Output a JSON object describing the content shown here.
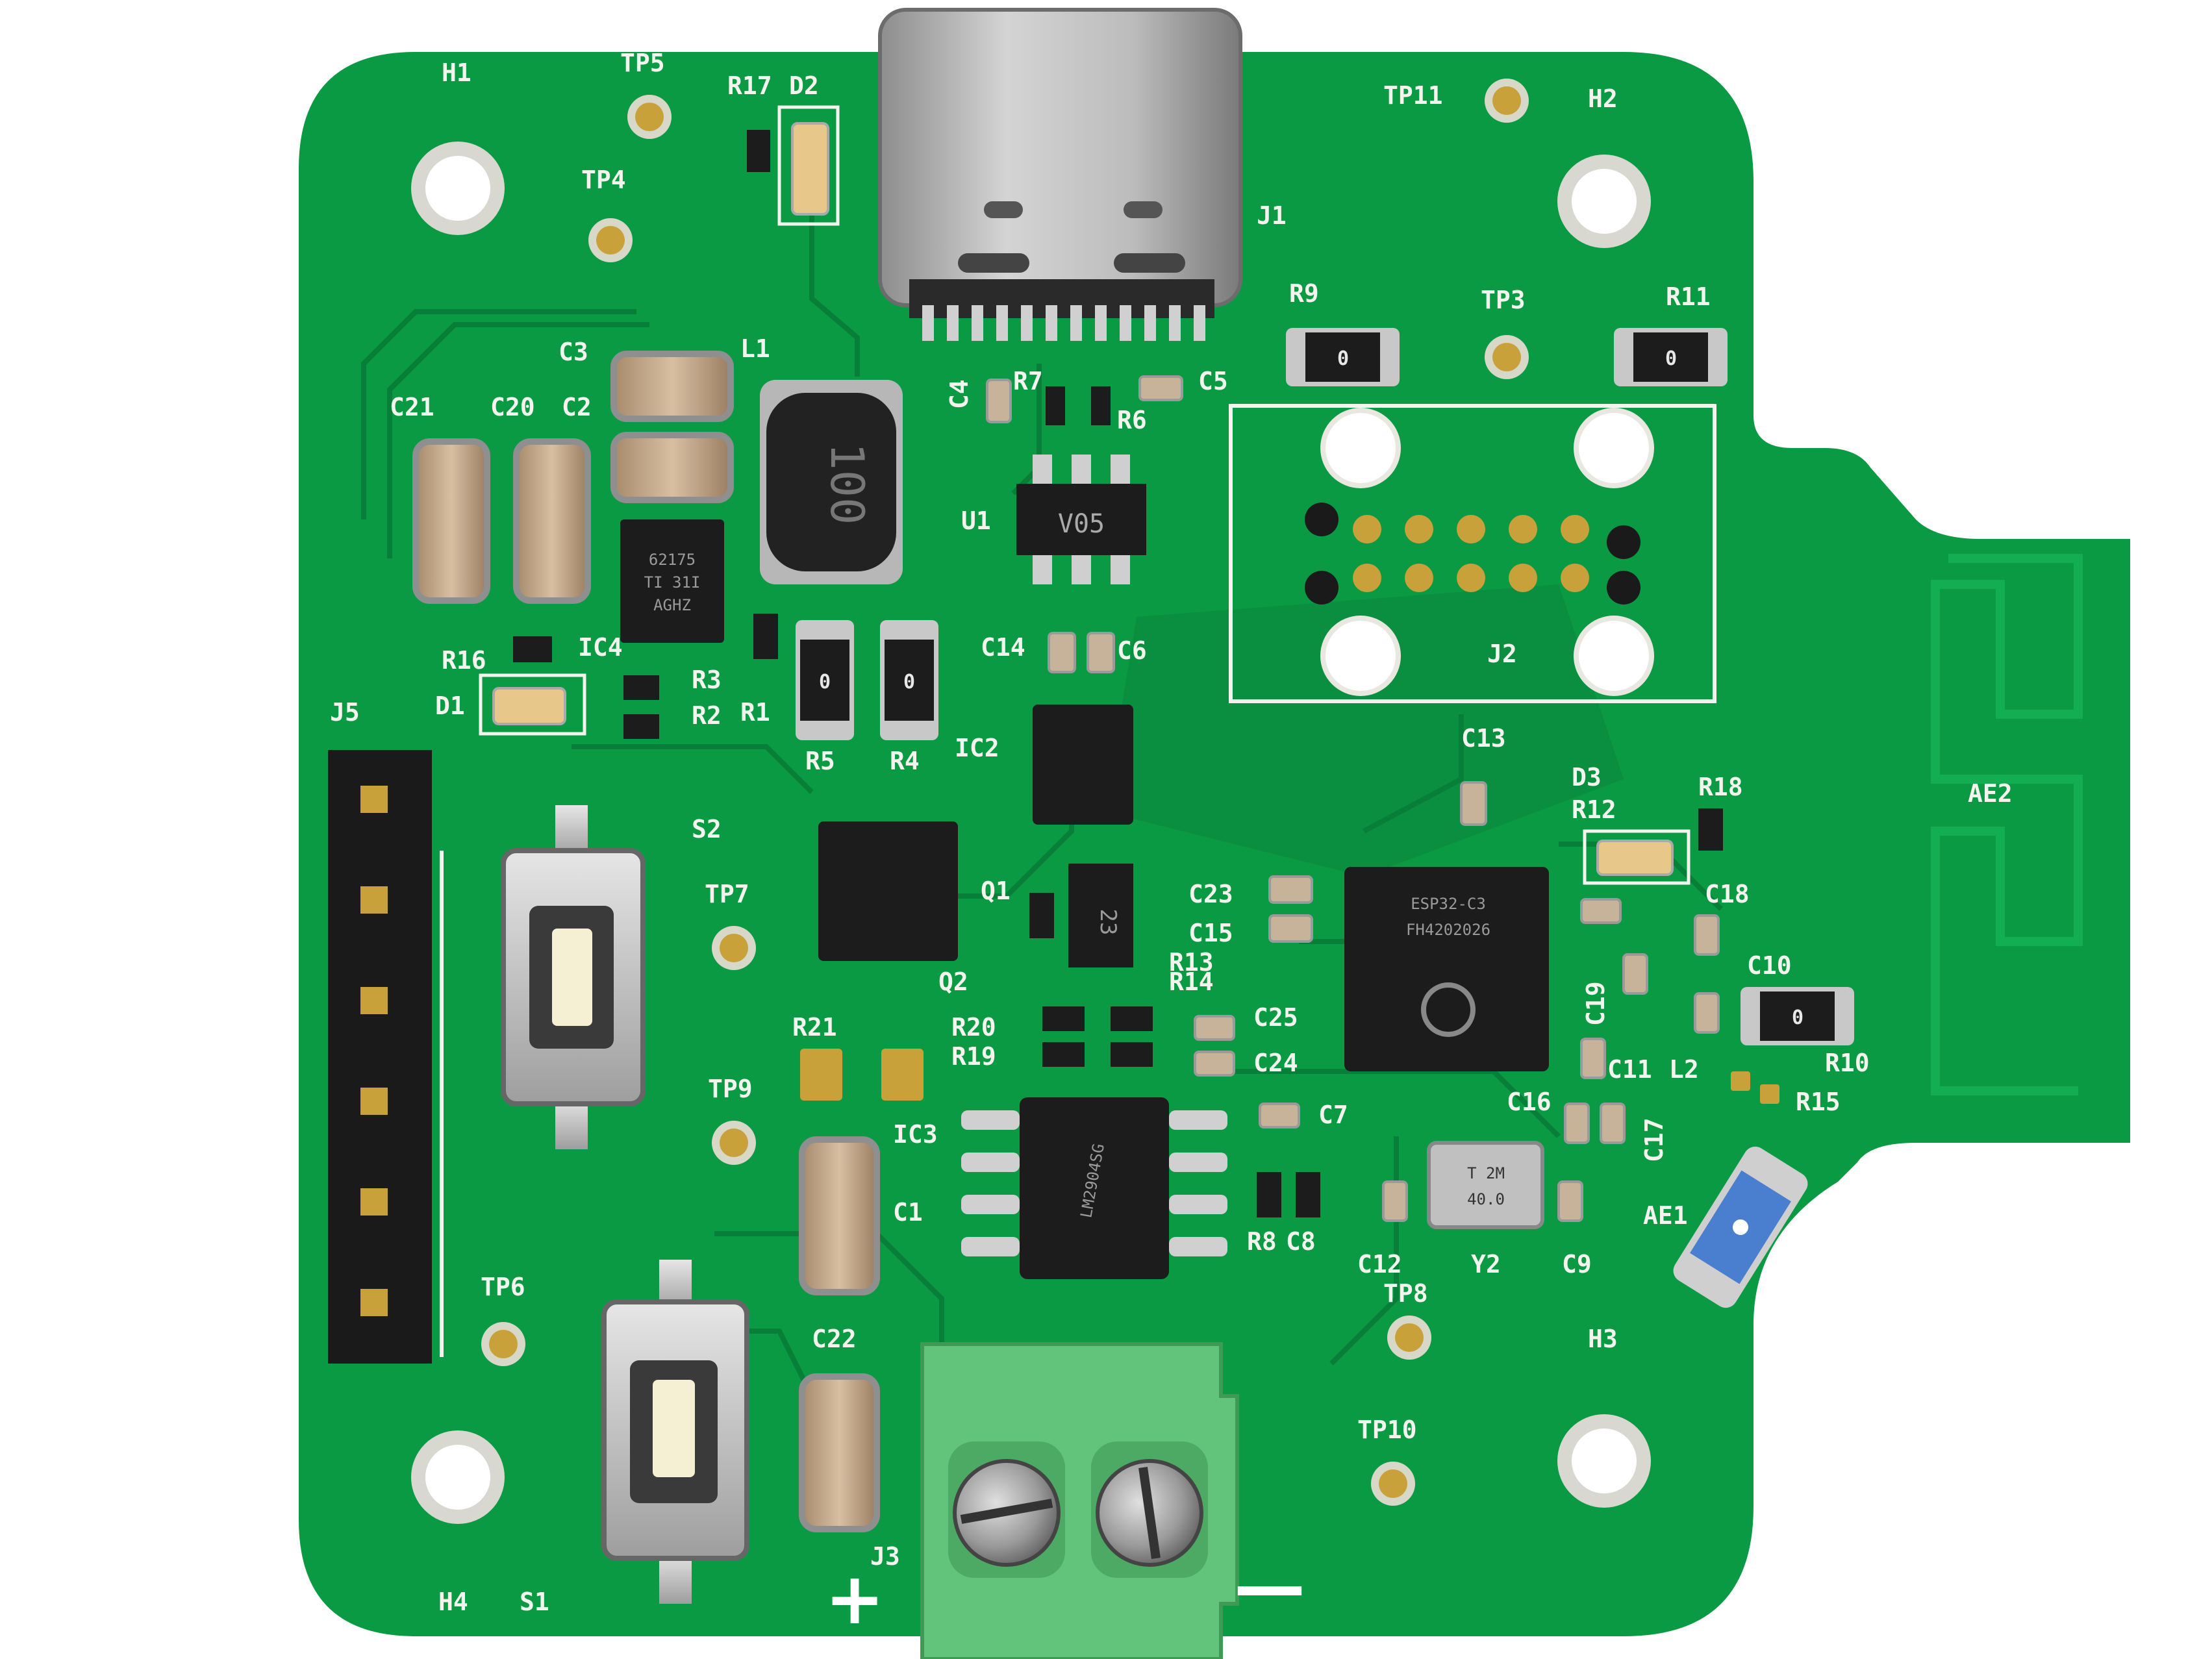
{
  "colors": {
    "pcb": "#0b9a44",
    "pcb_dark": "#07803a",
    "silkscreen": "#f4f4ee",
    "gold": "#c9a13a",
    "chip": "#1c1c1c",
    "terminal": "#62c47a",
    "usb": "#b8b8b8",
    "antenna_blue": "#4a7fd0"
  },
  "labels": {
    "h1": "H1",
    "h2": "H2",
    "h3": "H3",
    "h4": "H4",
    "tp3": "TP3",
    "tp4": "TP4",
    "tp5": "TP5",
    "tp6": "TP6",
    "tp7": "TP7",
    "tp8": "TP8",
    "tp9": "TP9",
    "tp10": "TP10",
    "tp11": "TP11",
    "r17": "R17",
    "d2": "D2",
    "j1": "J1",
    "r9": "R9",
    "r11": "R11",
    "c3": "C3",
    "l1": "L1",
    "c21": "C21",
    "c20": "C20",
    "c2": "C2",
    "c4": "C4",
    "r7": "R7",
    "c5": "C5",
    "r6": "R6",
    "u1": "U1",
    "j2": "J2",
    "r16": "R16",
    "ic4": "IC4",
    "r3": "R3",
    "r2": "R2",
    "r1": "R1",
    "d1": "D1",
    "c14": "C14",
    "c6": "C6",
    "r5": "R5",
    "r4": "R4",
    "ic2": "IC2",
    "j5": "J5",
    "c13": "C13",
    "d3": "D3",
    "r18": "R18",
    "r12": "R12",
    "ae2": "AE2",
    "s2": "S2",
    "q1": "Q1",
    "c23": "C23",
    "c18": "C18",
    "c15": "C15",
    "r13": "R13",
    "r14": "R14",
    "c10": "C10",
    "q2": "Q2",
    "c19": "C19",
    "r20": "R20",
    "c25": "C25",
    "r19": "R19",
    "r21": "R21",
    "c24": "C24",
    "c11": "C11",
    "l2": "L2",
    "r10": "R10",
    "r15": "R15",
    "c16": "C16",
    "ic3": "IC3",
    "c7": "C7",
    "c17": "C17",
    "c1": "C1",
    "ae1": "AE1",
    "r8": "R8",
    "c8": "C8",
    "c12": "C12",
    "y2": "Y2",
    "c9": "C9",
    "c22": "C22",
    "j3": "J3",
    "s1": "S1",
    "plus": "+",
    "minus": "—"
  },
  "markings": {
    "inductor": "100",
    "u1": "V05",
    "ic4_l1": "62175",
    "ic4_l2": "TI 31I",
    "ic4_l3": "AGHZ",
    "resistor_value": "0",
    "crystal_l1": "T 2M",
    "crystal_l2": "40.0",
    "q1": "23",
    "esp_l1": "ESP32-C3",
    "esp_l2": "FH4202026",
    "ic3": "LM2904SG"
  },
  "icons": {
    "mounting_hole": "mounting-hole-icon",
    "espressif_logo": "espressif-logo-icon",
    "screw": "screw-icon"
  }
}
